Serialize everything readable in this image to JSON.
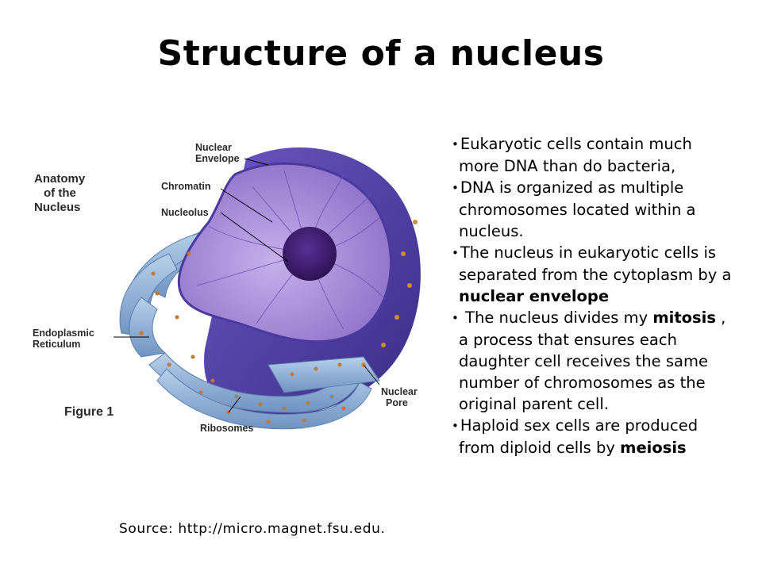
{
  "slide": {
    "title": "Structure of a nucleus",
    "source": "Source: http://micro.magnet.fsu.edu."
  },
  "figure": {
    "heading": [
      "Anatomy",
      "of the",
      "Nucleus"
    ],
    "caption": "Figure 1",
    "labels": {
      "nuclear_envelope": [
        "Nuclear",
        "Envelope"
      ],
      "chromatin": "Chromatin",
      "nucleolus": "Nucleolus",
      "er": [
        "Endoplasmic",
        "Reticulum"
      ],
      "ribosomes": "Ribosomes",
      "nuclear_pore": [
        "Nuclear",
        "Pore"
      ]
    },
    "colors": {
      "envelope": "#4b3a9e",
      "interior": "#a98fd6",
      "nucleolus": "#3d1e6d",
      "er": "#8fb3d9",
      "ribosome": "#c7762b"
    }
  },
  "bullets": [
    {
      "parts": [
        {
          "t": "Eukaryotic cells contain much more DNA than do bacteria,",
          "b": false
        }
      ]
    },
    {
      "parts": [
        {
          "t": "DNA is organized as multiple chromosomes located within a nucleus.",
          "b": false
        }
      ]
    },
    {
      "parts": [
        {
          "t": "The nucleus in eukaryotic cells is separated from the cytoplasm by a ",
          "b": false
        },
        {
          "t": "nuclear envelope",
          "b": true
        }
      ]
    },
    {
      "parts": [
        {
          "t": " The nucleus divides my ",
          "b": false
        },
        {
          "t": "mitosis",
          "b": true
        },
        {
          "t": " , a process that ensures each daughter cell receives the same number of chromosomes as the original parent cell.",
          "b": false
        }
      ]
    },
    {
      "parts": [
        {
          "t": "Haploid sex cells are produced from diploid cells by ",
          "b": false
        },
        {
          "t": "meiosis",
          "b": true
        }
      ]
    }
  ]
}
